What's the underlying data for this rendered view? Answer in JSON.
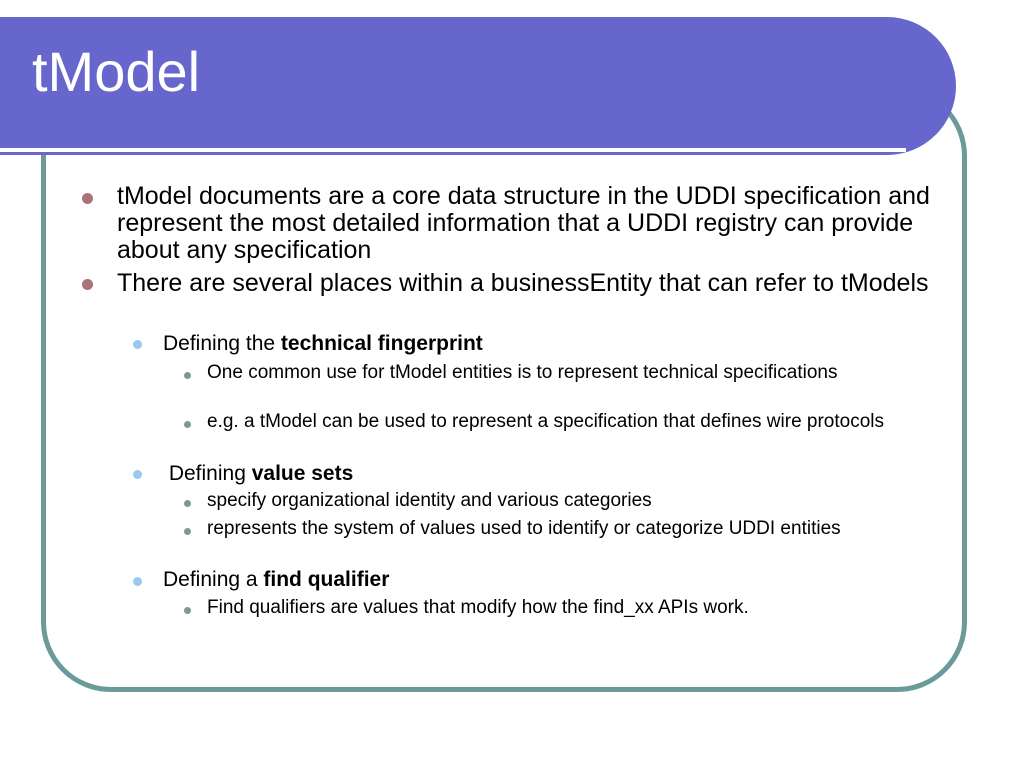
{
  "slide": {
    "title": "tModel",
    "bullets": [
      {
        "text": "tModel documents are a core data structure in the UDDI specification and represent the most detailed information that a UDDI registry can provide about any specification"
      },
      {
        "text": "There are several places within a businessEntity that can refer to tModels",
        "children": [
          {
            "prefix": "Defining the ",
            "bold": "technical fingerprint",
            "children": [
              {
                "text": "One common use for tModel entities is to represent technical specifications"
              },
              {
                "text": "e.g. a tModel can be used to represent a specification that defines wire protocols"
              }
            ]
          },
          {
            "prefix": " Defining ",
            "bold": "value sets",
            "children": [
              {
                "text": "specify organizational identity and various categories"
              },
              {
                "text": "represents the system of values used to identify or categorize UDDI entities"
              }
            ]
          },
          {
            "prefix": "Defining a ",
            "bold": "find qualifier",
            "children": [
              {
                "text": "Find qualifiers are values that modify how the find_xx APIs work."
              }
            ]
          }
        ]
      }
    ]
  },
  "colors": {
    "title_bar": "#6666cc",
    "frame_border": "#6b9a9a",
    "bullet_level1": "#a97477",
    "bullet_level2": "#99c9f0",
    "bullet_level3": "#7a9a9a"
  }
}
